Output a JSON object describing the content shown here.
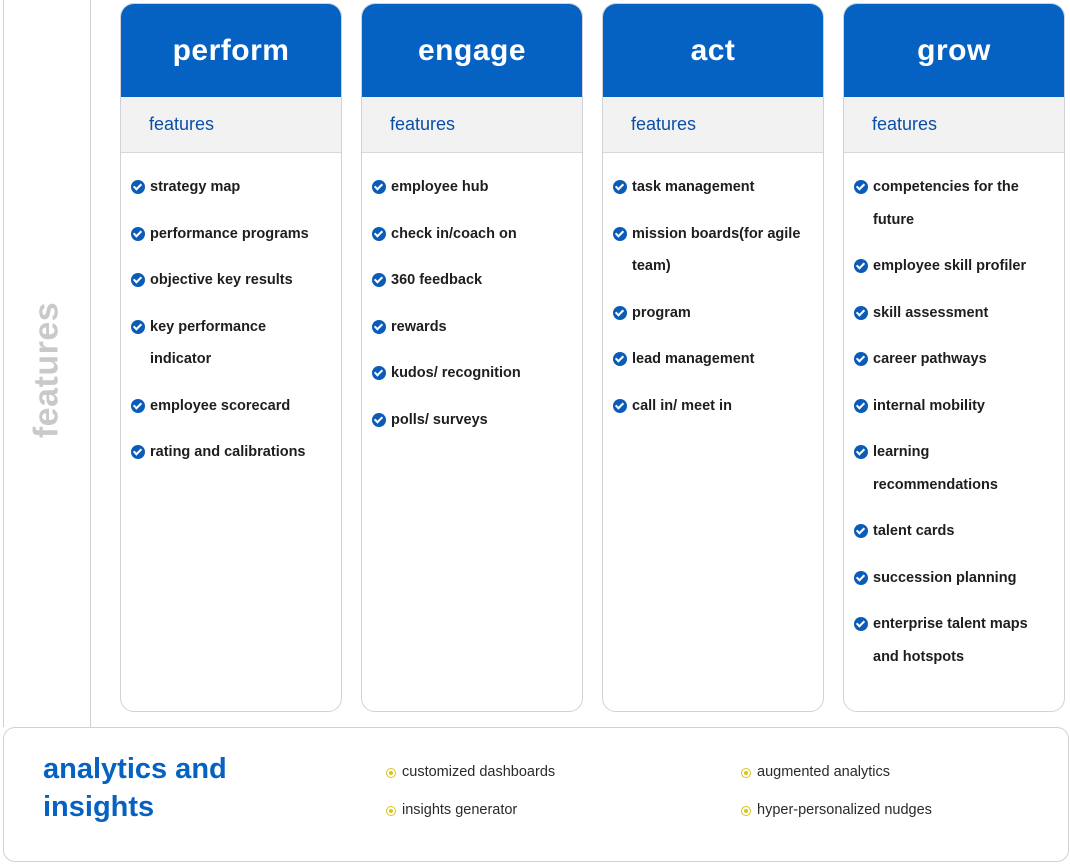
{
  "side_label": "features",
  "columns": [
    {
      "title": "perform",
      "subtitle": "features",
      "items": [
        "strategy map",
        "performance programs",
        "objective key results",
        "key performance indicator",
        "employee scorecard",
        "rating and calibrations"
      ]
    },
    {
      "title": "engage",
      "subtitle": "features",
      "items": [
        "employee hub",
        "check in/coach on",
        "360 feedback",
        "rewards",
        "kudos/ recognition",
        "polls/ surveys"
      ]
    },
    {
      "title": "act",
      "subtitle": "features",
      "items": [
        "task management",
        "mission boards(for agile team)",
        "program",
        "lead management",
        "call in/ meet in"
      ]
    },
    {
      "title": "grow",
      "subtitle": "features",
      "items": [
        "competencies for the future",
        "employee skill profiler",
        "skill assessment",
        "career pathways",
        "internal mobility",
        "learning recommendations",
        "talent cards",
        "succession planning",
        "enterprise talent maps and hotspots"
      ]
    }
  ],
  "analytics": {
    "title": "analytics and insights",
    "items": [
      "customized dashboards",
      "augmented analytics",
      "insights generator",
      "hyper-personalized nudges"
    ]
  },
  "colors": {
    "header_blue": "#0562c2",
    "subheader_text": "#0a4fa6",
    "check_blue": "#0a5cb8",
    "bullet_yellow": "#d8c619",
    "side_label_gray": "#c9c9c9"
  }
}
